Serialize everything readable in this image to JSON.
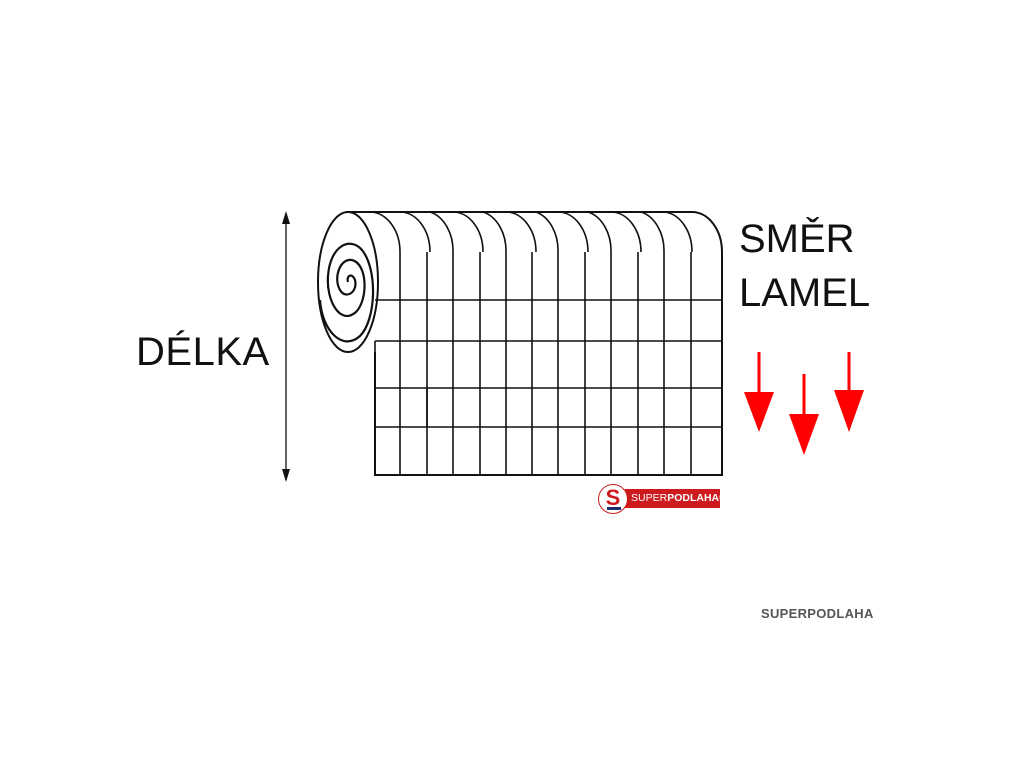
{
  "labels": {
    "dimension": "DÉLKA",
    "direction_line1": "SMĚR",
    "direction_line2": "LAMEL"
  },
  "logo": {
    "mark": "S",
    "word_light": "SUPER",
    "word_bold": "PODLAHA",
    "trademark": "®"
  },
  "footer": {
    "brand": "SUPERPODLAHA"
  },
  "colors": {
    "arrow": "#ff0000",
    "brand_red": "#cc1a1f",
    "brand_navy": "#1d2f6e",
    "line": "#111111"
  },
  "icons": [
    "roll-icon",
    "double-arrow-icon",
    "down-arrow-icon",
    "logo-icon"
  ]
}
